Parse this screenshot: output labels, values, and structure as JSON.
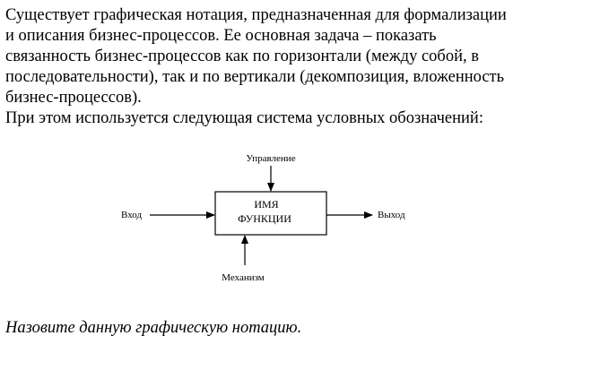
{
  "intro": {
    "line1": "Существует графическая нотация, предназначенная для формализации",
    "line2": "и описания бизнес-процессов. Ее основная задача – показать",
    "line3": "связанность бизнес-процессов как по горизонтали (между собой, в",
    "line4": "последовательности), так и по вертикали (декомпозиция, вложенность",
    "line5": "бизнес-процессов).",
    "line6": "При этом используется следующая система условных обозначений:"
  },
  "diagram": {
    "control_label": "Управление",
    "input_label": "Вход",
    "output_label": "Выход",
    "mechanism_label": "Механизм",
    "box_line1": "ИМЯ",
    "box_line2": "ФУНКЦИИ"
  },
  "question": {
    "text": "Назовите данную графическую нотацию."
  }
}
